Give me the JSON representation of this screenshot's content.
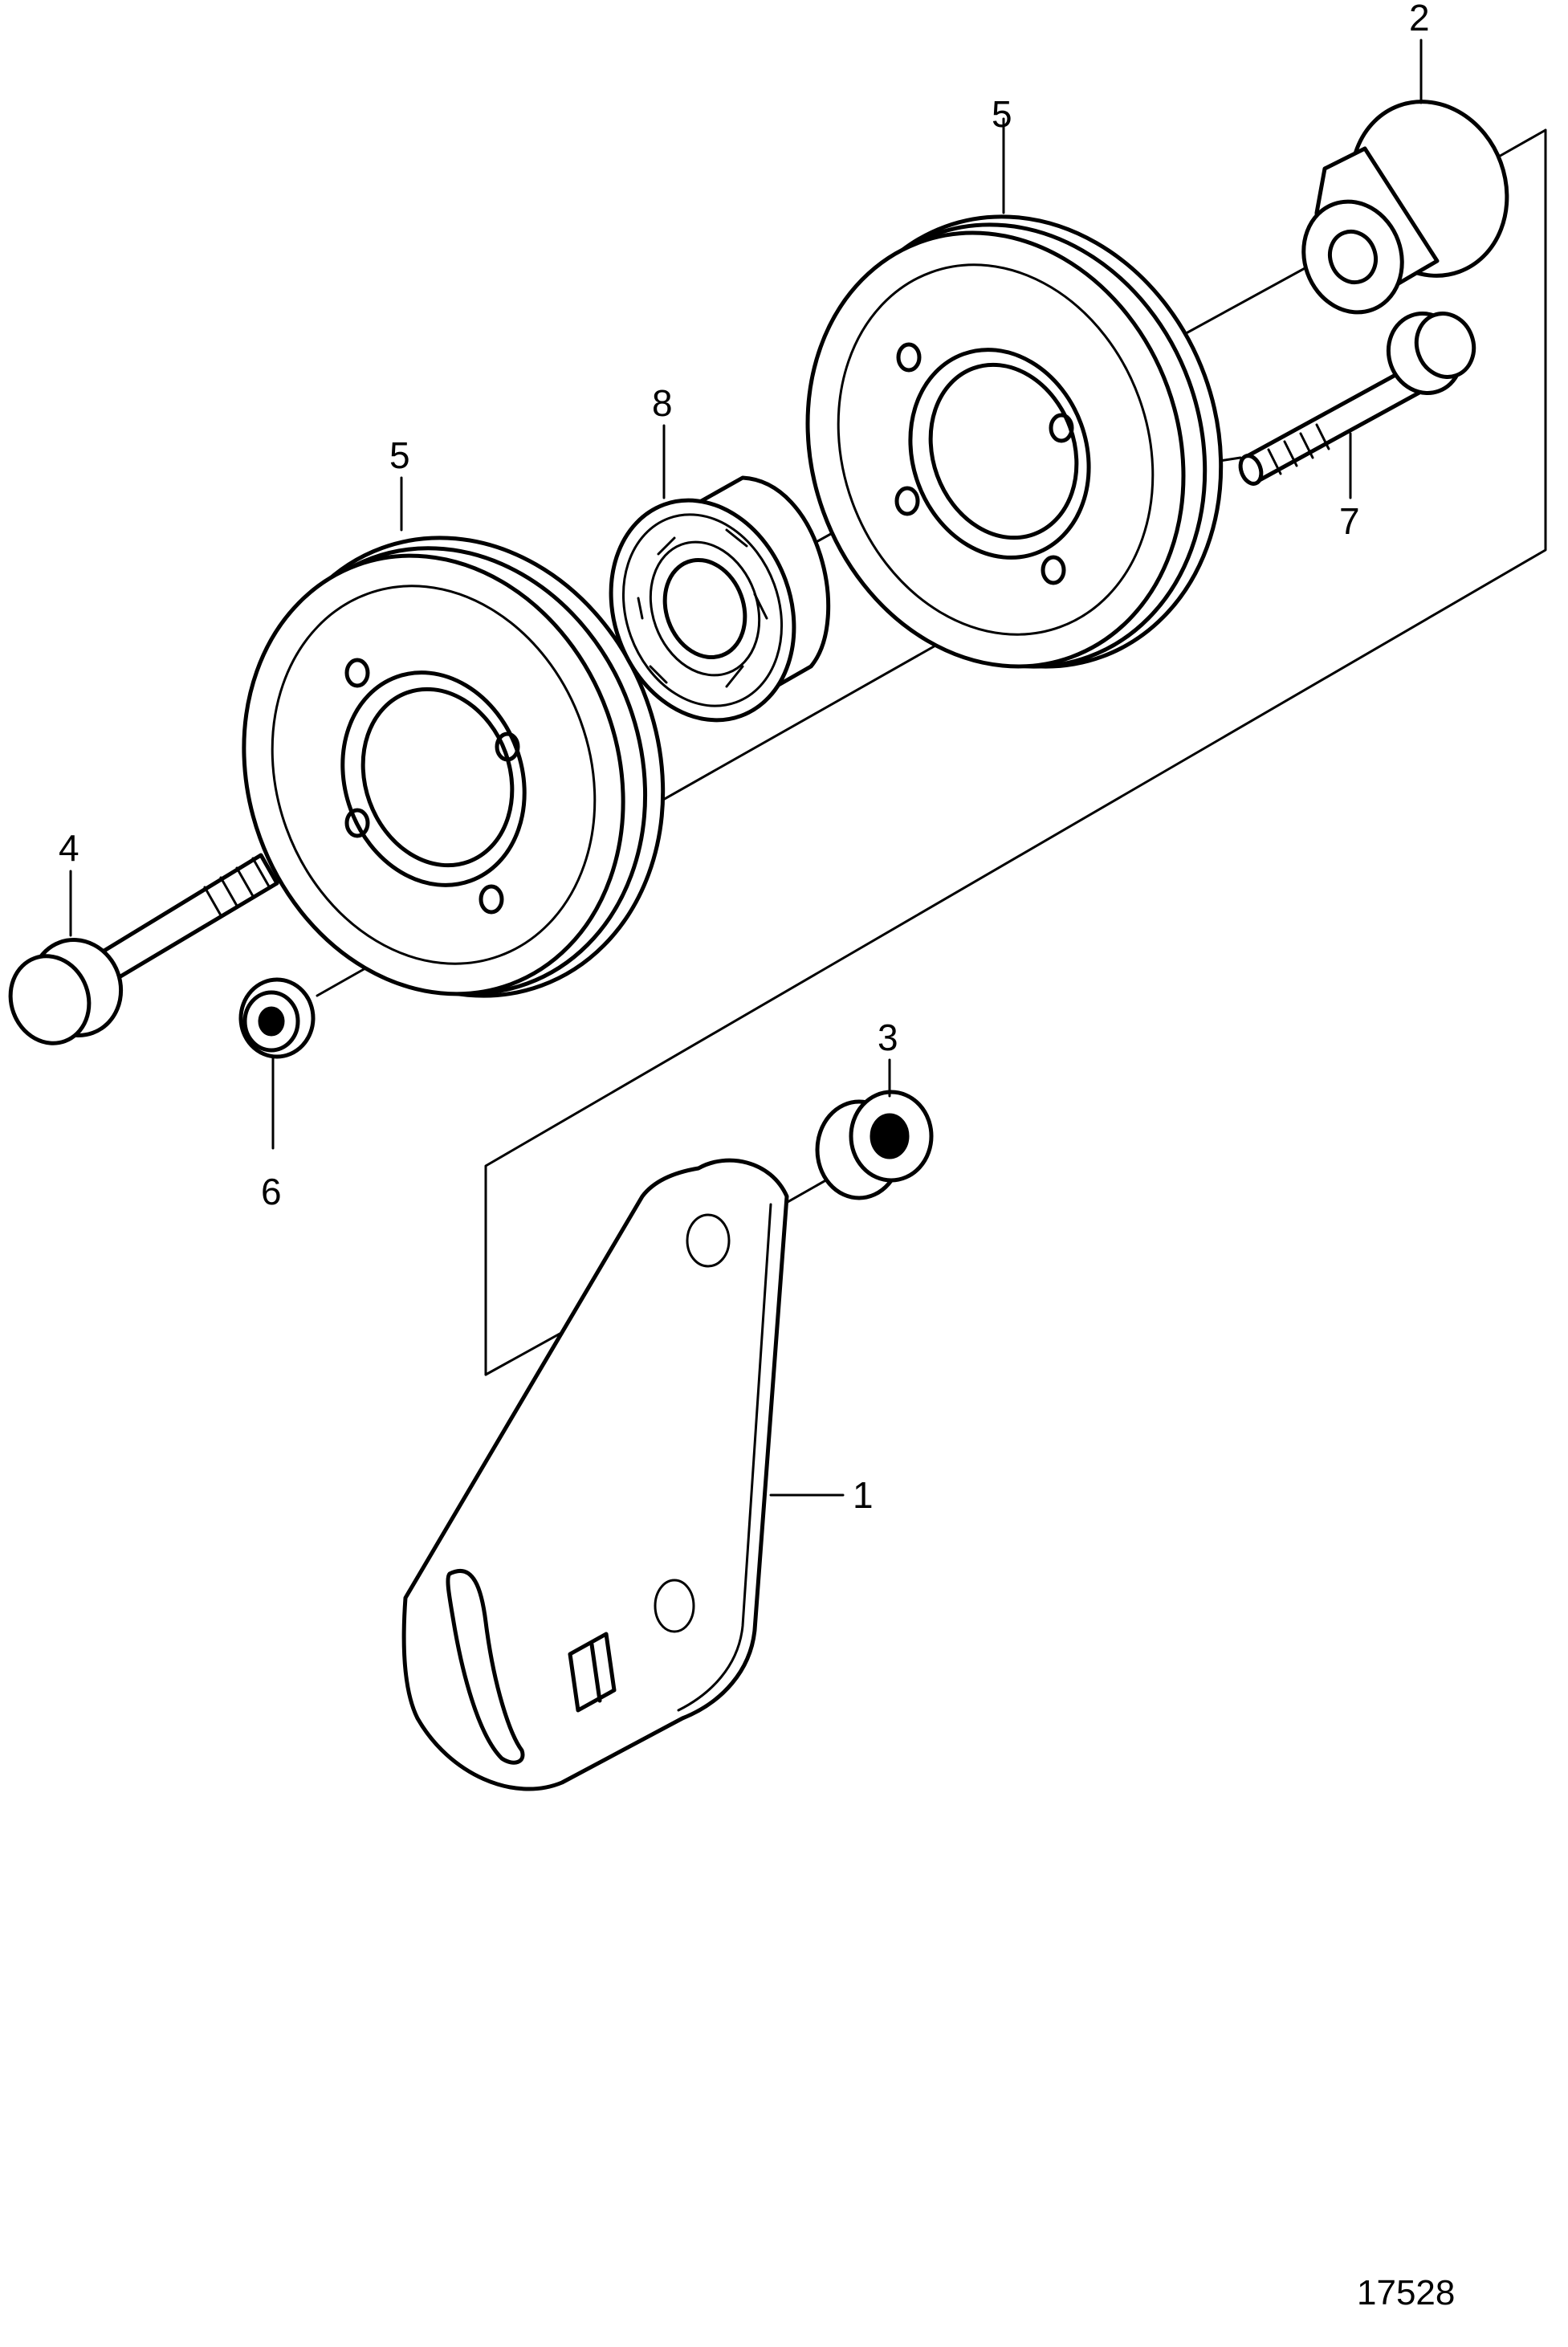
{
  "callouts": {
    "c1": "1",
    "c2": "2",
    "c3": "3",
    "c4": "4",
    "c5a": "5",
    "c5b": "5",
    "c6": "6",
    "c7": "7",
    "c8": "8"
  },
  "figure_number": "17528"
}
